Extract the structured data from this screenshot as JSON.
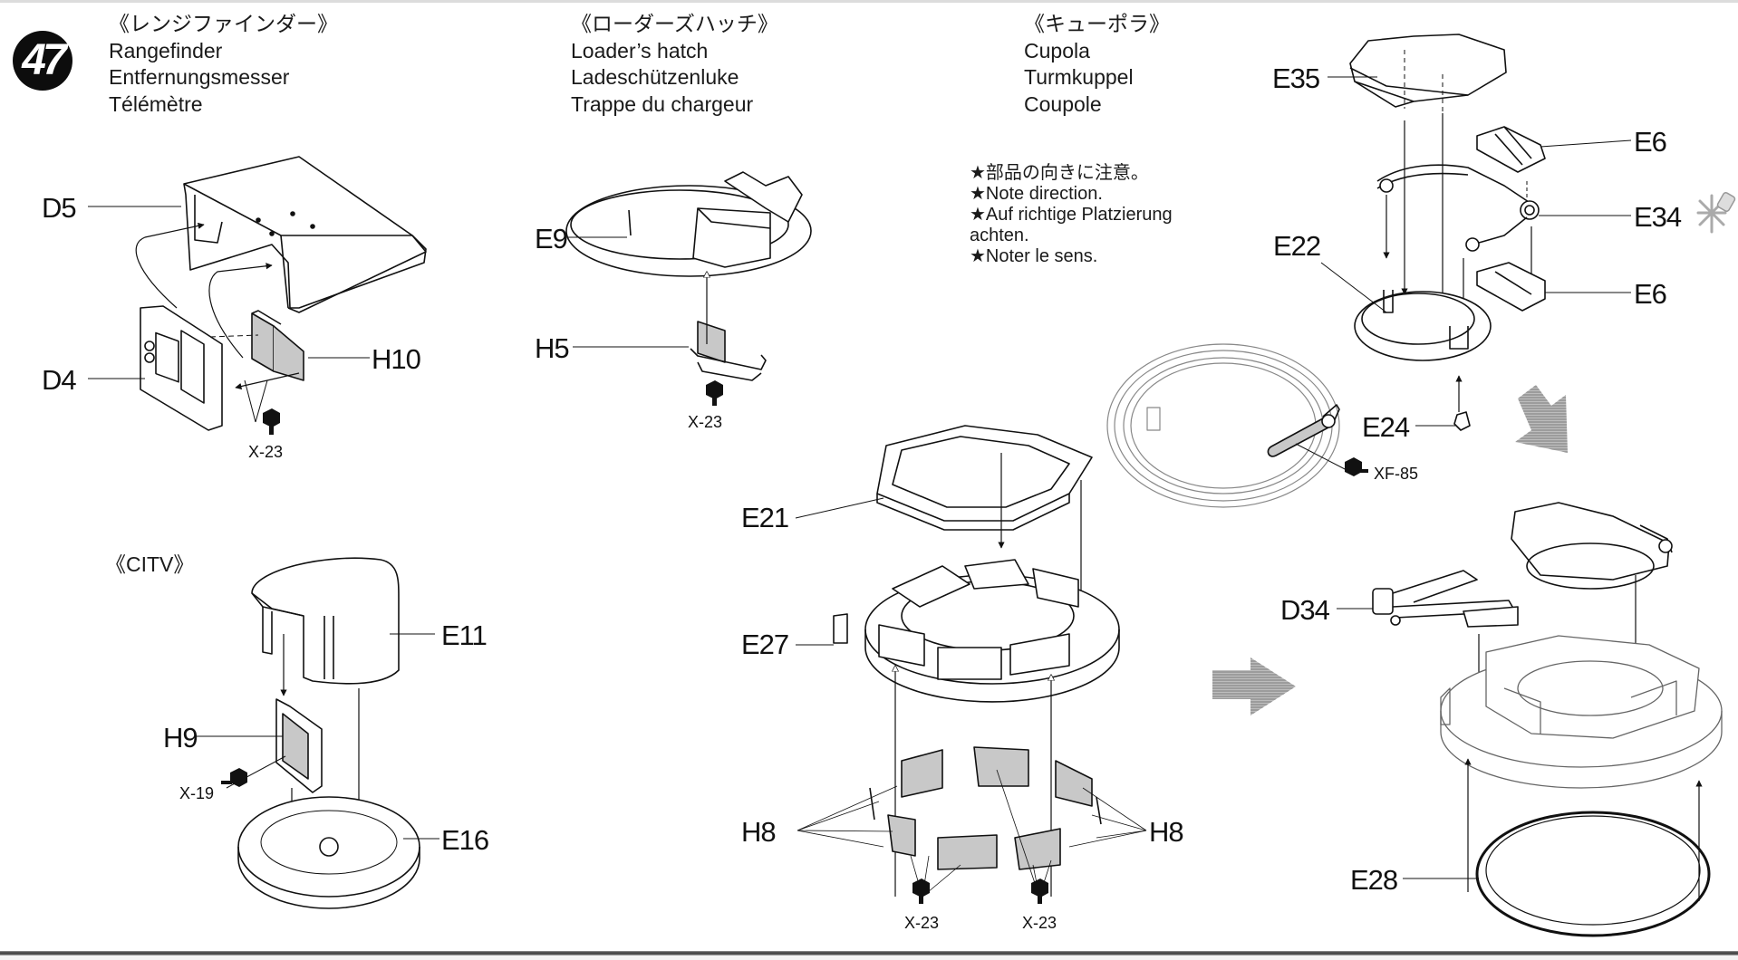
{
  "step_number": "47",
  "sections": [
    {
      "id": "rangefinder",
      "title_jp": "《レンジファインダー》",
      "title_en": "Rangefinder",
      "title_de": "Entfernungsmesser",
      "title_fr": "Télémètre"
    },
    {
      "id": "loaders-hatch",
      "title_jp": "《ローダーズハッチ》",
      "title_en": "Loader’s hatch",
      "title_de": "Ladeschützenluke",
      "title_fr": "Trappe du chargeur"
    },
    {
      "id": "cupola",
      "title_jp": "《キューポラ》",
      "title_en": "Cupola",
      "title_de": "Turmkuppel",
      "title_fr": "Coupole"
    }
  ],
  "citv_title": "《CITV》",
  "note": {
    "jp": "★部品の向きに注意。",
    "en": "★Note direction.",
    "de_1": "★Auf richtige Platzierung",
    "de_2": "achten.",
    "fr": "★Noter le sens."
  },
  "part_labels": {
    "d5": "D5",
    "d4": "D4",
    "h10": "H10",
    "e9": "E9",
    "h5": "H5",
    "e11": "E11",
    "h9": "H9",
    "e16": "E16",
    "e21": "E21",
    "e27": "E27",
    "h8_left": "H8",
    "h8_right": "H8",
    "e35": "E35",
    "e6_top": "E6",
    "e34": "E34",
    "e6_bottom": "E6",
    "e22": "E22",
    "e24": "E24",
    "d34": "D34",
    "e28": "E28"
  },
  "paint_labels": {
    "rangefinder": "X-23",
    "hatch": "X-23",
    "citv": "X-19",
    "h8_left": "X-23",
    "h8_right": "X-23",
    "cupola_handle": "XF-85"
  },
  "icons": {
    "cement": "cement-icon",
    "paint": "paint-drop-icon",
    "assembly_arrow": "hatched-arrow-icon"
  },
  "colors": {
    "ink": "#111111",
    "paint_fill": "#c8c8c8",
    "hatched_arrow": "#8c8c8c",
    "rule": "#4a4a4a"
  }
}
